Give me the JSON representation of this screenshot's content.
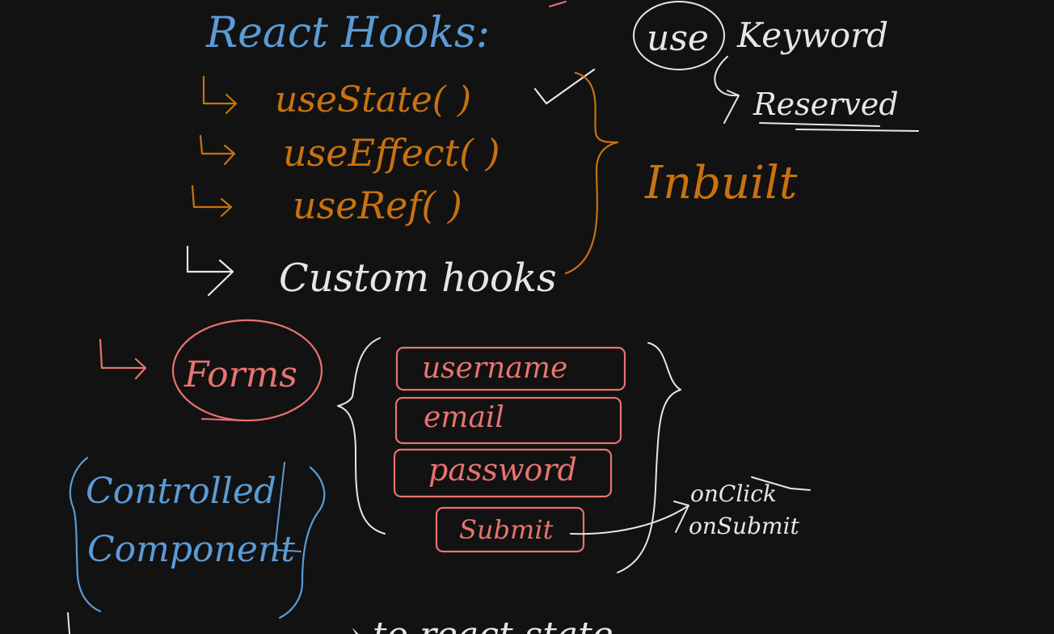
{
  "canvas": {
    "background": "#121212"
  },
  "colors": {
    "blue": "#5b9bd5",
    "orange": "#c8720f",
    "white": "#e6e6e6",
    "red": "#e8736f"
  },
  "heading": {
    "text": "React Hooks:"
  },
  "hooks": [
    {
      "text": "useState( )",
      "checked": true
    },
    {
      "text": "useEffect( )"
    },
    {
      "text": "useRef( )"
    },
    {
      "text": "Custom hooks"
    }
  ],
  "builtin_label": "Inbuilt",
  "use_note": {
    "circled_word": "use",
    "rest": "Keyword",
    "sub": "Reserved"
  },
  "forms": {
    "label": "Forms",
    "fields": [
      "username",
      "email",
      "password"
    ],
    "submit": "Submit"
  },
  "events": [
    "onClick",
    "onSubmit"
  ],
  "controlled": {
    "line1": "Controlled",
    "line2": "Component"
  },
  "bottom_text": "→ to react state"
}
